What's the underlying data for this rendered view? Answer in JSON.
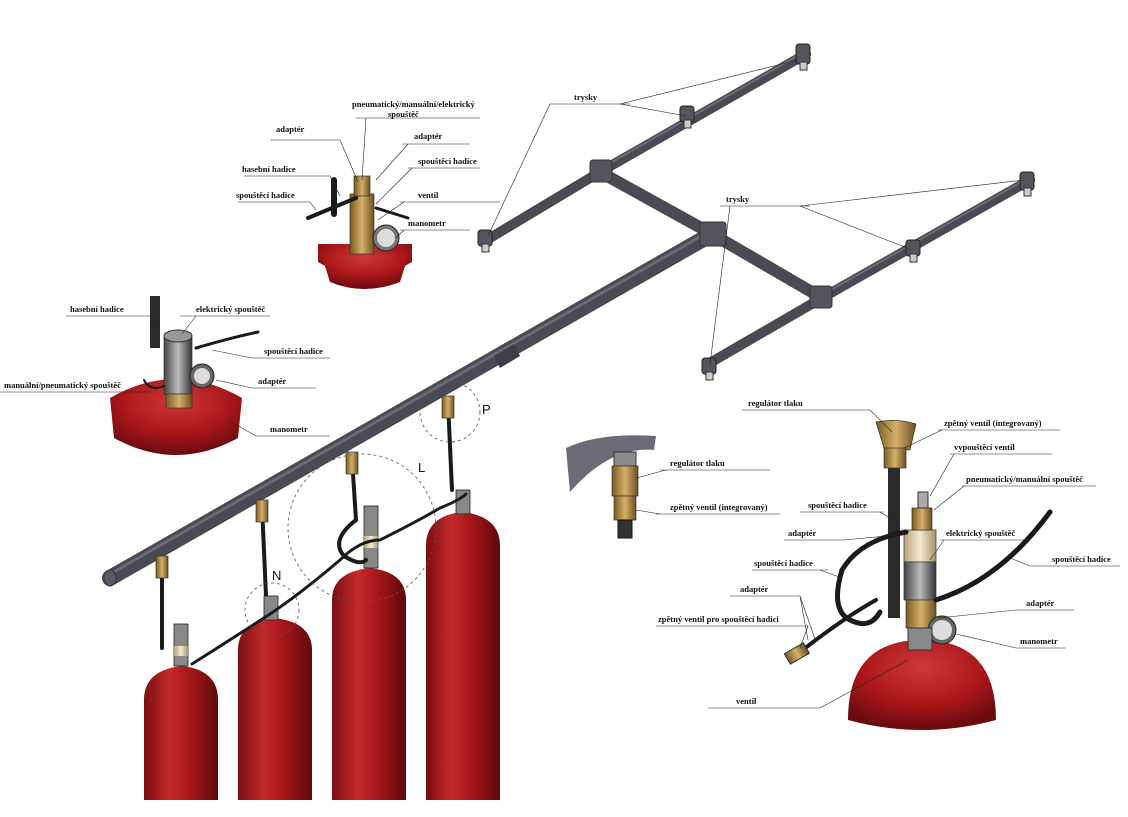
{
  "colors": {
    "pipe": "#4a4a55",
    "cylinder_red": "#a8161a",
    "brass": "#b8944a",
    "hose": "#1a1a1a"
  },
  "labels": {
    "top_valve": {
      "trigger_top": "pneumatický/manuální/elektrický",
      "trigger_bottom": "spouštěč",
      "adapter_left": "adaptér",
      "adapter_right": "adaptér",
      "extinguishing_hose": "hasební hadice",
      "trigger_hose_right": "spouštěcí hadice",
      "trigger_hose_left": "spouštěcí hadice",
      "valve": "ventil",
      "gauge": "manometr"
    },
    "nozzles_top": "trysky",
    "nozzles_right": "trysky",
    "left_valve": {
      "extinguishing_hose": "hasební hadice",
      "electric_trigger": "elektrický spouštěč",
      "trigger_hose": "spouštěcí hadice",
      "manual_trigger": "manuální/pneumatický spouštěč",
      "adapter": "adaptér",
      "gauge": "manometr"
    },
    "middle_detail": {
      "pressure_regulator": "regulátor tlaku",
      "check_valve": "zpětný ventil (integrovaný)"
    },
    "right_detail": {
      "pressure_regulator": "regulátor tlaku",
      "check_valve_integrated": "zpětný ventil (integrovaný)",
      "relief_valve": "vypouštěcí ventil",
      "pneumatic_trigger": "pneumatický/manuální spouštěč",
      "trigger_hose_top": "spouštěcí hadice",
      "adapter_top": "adaptér",
      "electric_trigger": "elektrický spouštěč",
      "trigger_hose_left": "spouštěcí hadice",
      "trigger_hose_right": "spouštěcí hadice",
      "adapter_left": "adaptér",
      "check_valve_hose": "zpětný ventil pro spouštěcí hadici",
      "adapter_right": "adaptér",
      "gauge": "manometr",
      "valve": "ventil"
    },
    "circles": {
      "p": "P",
      "l": "L",
      "n": "N"
    }
  }
}
